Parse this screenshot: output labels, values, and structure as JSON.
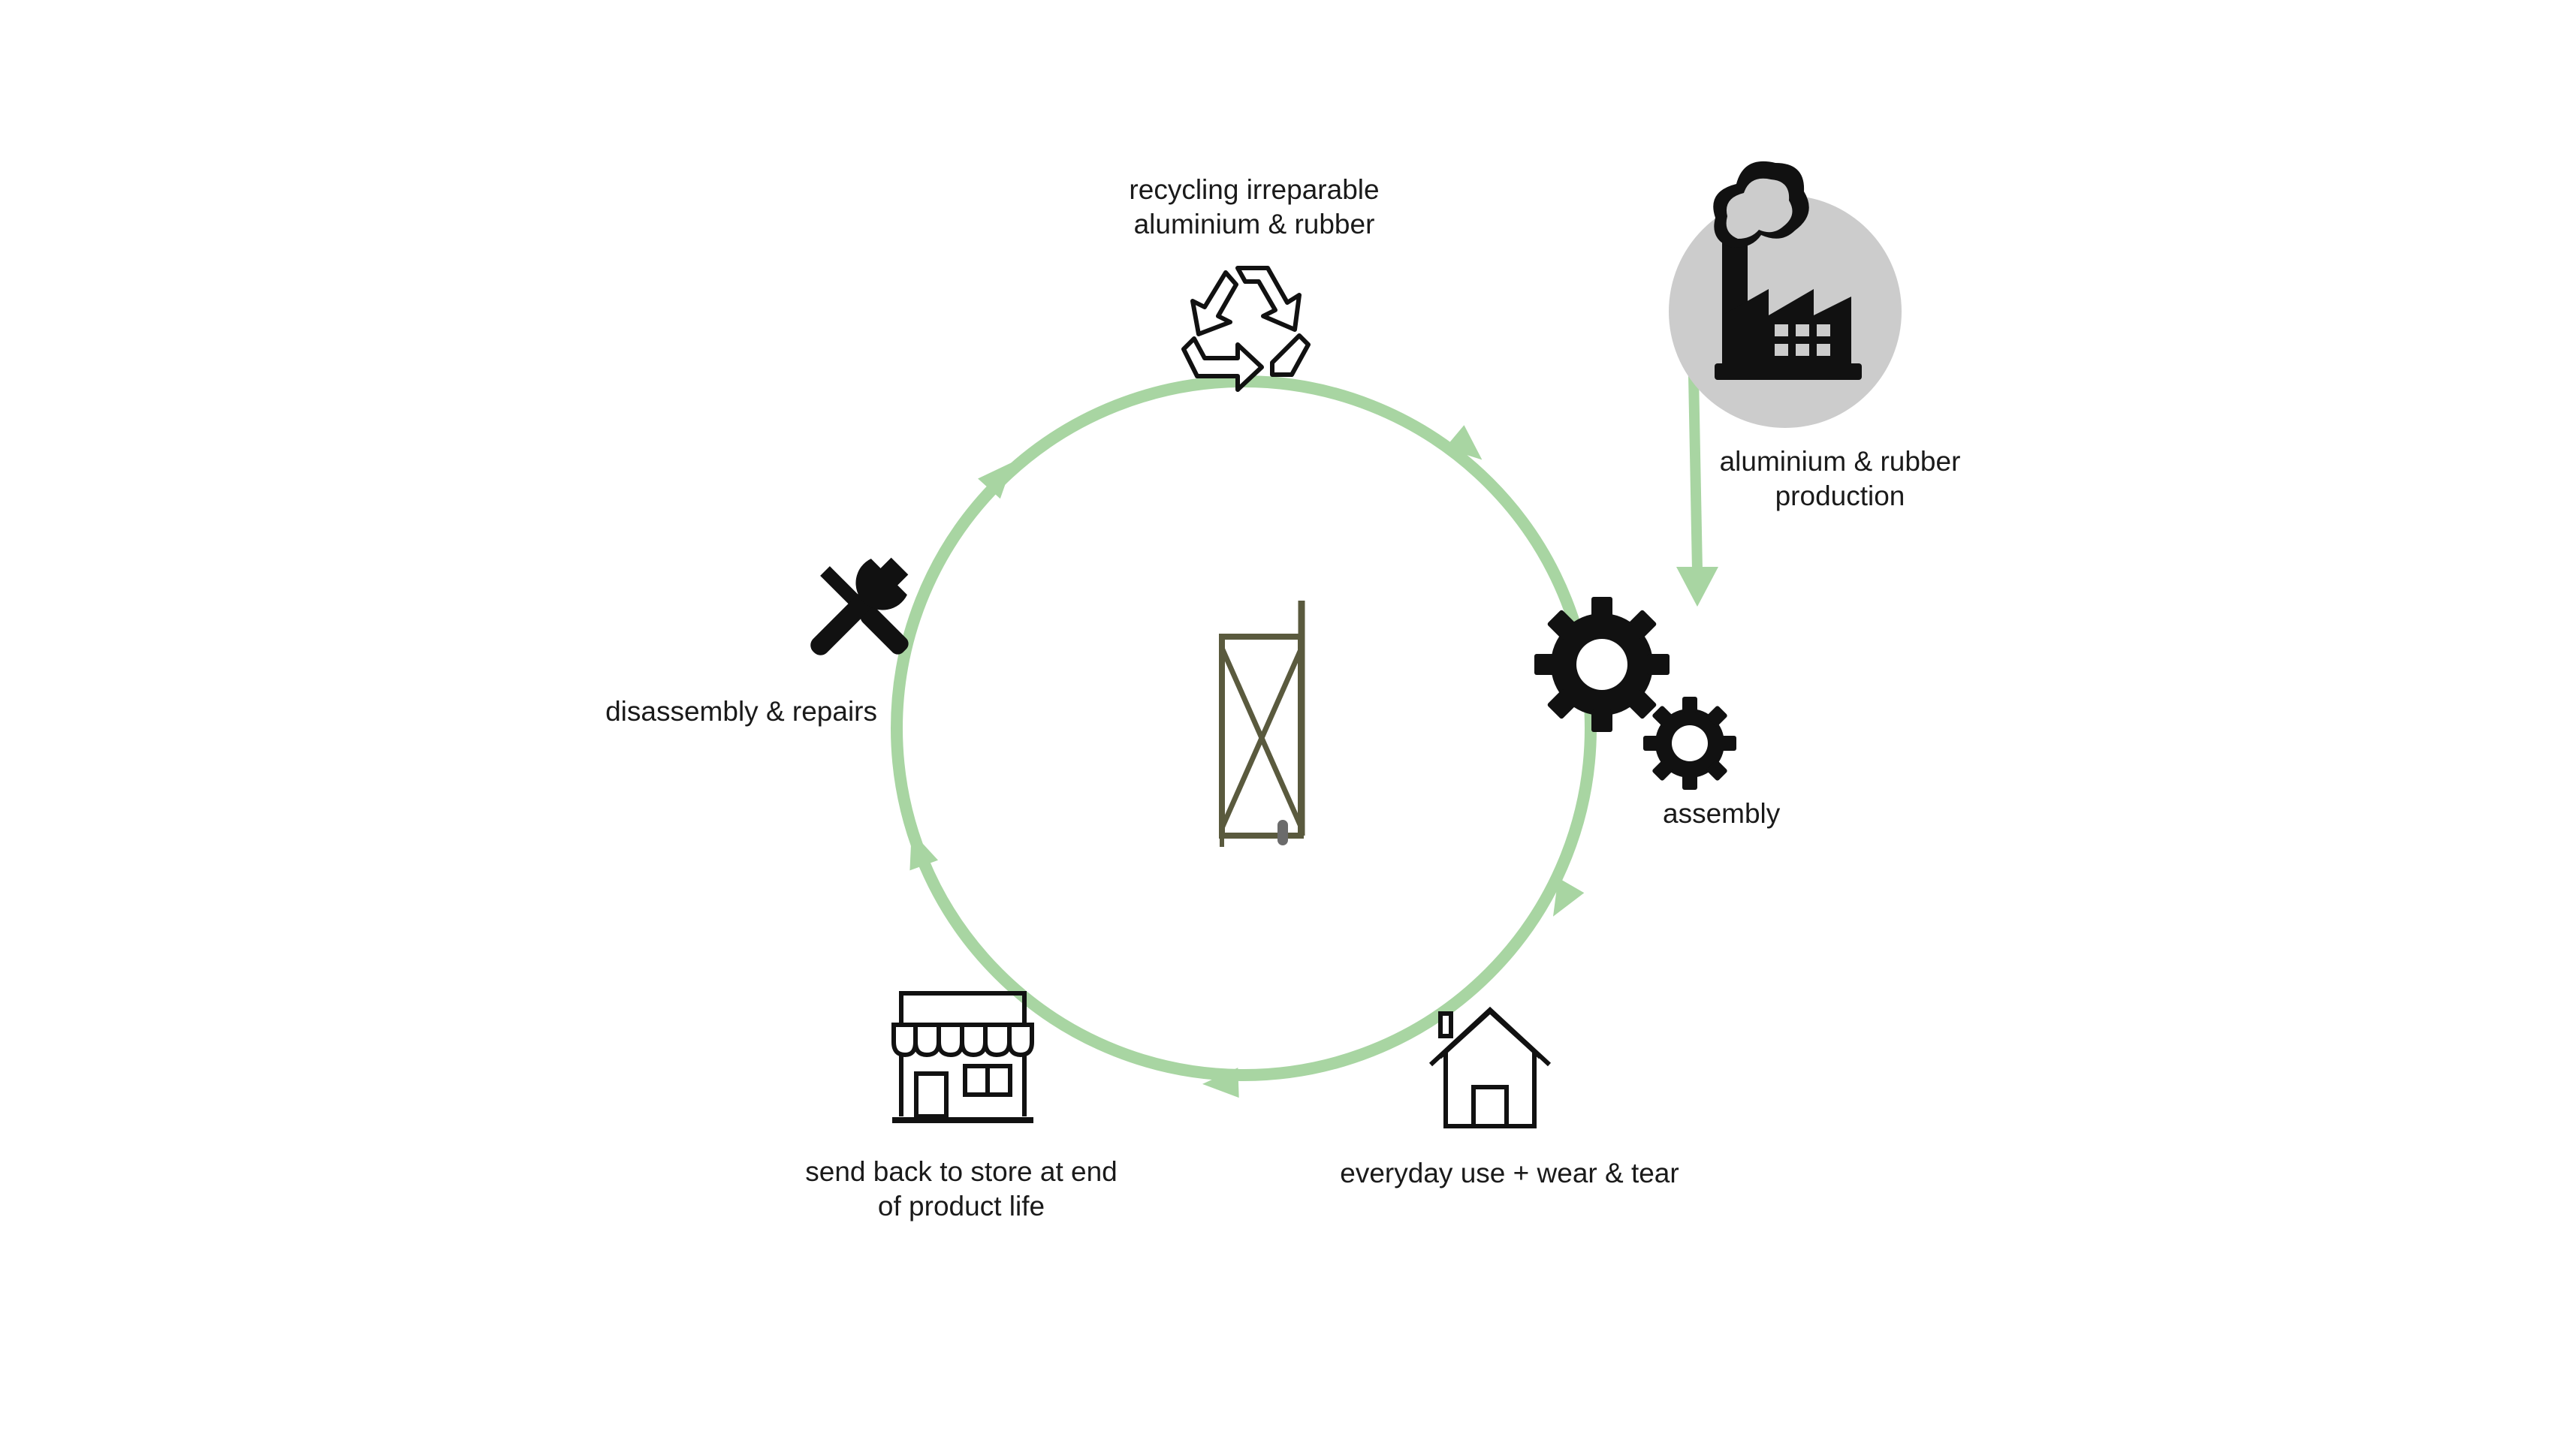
{
  "diagram": {
    "cycle_color": "#a8d5a2",
    "icon_color": "#111111",
    "factory_bg_color": "#cccccc",
    "product_color": "#5a5a3e",
    "center_item": "rack-frame",
    "external_input": {
      "label": "aluminium & rubber\nproduction",
      "icon": "factory-icon",
      "feeds": "assembly"
    },
    "stages": [
      {
        "id": "assembly",
        "label": "assembly",
        "icon": "gears-icon"
      },
      {
        "id": "use",
        "label": "everyday use + wear & tear",
        "icon": "house-icon"
      },
      {
        "id": "return",
        "label": "send back to store at end\nof product life",
        "icon": "store-icon"
      },
      {
        "id": "repairs",
        "label": "disassembly & repairs",
        "icon": "tools-icon"
      },
      {
        "id": "recycling",
        "label": "recycling irreparable\naluminium & rubber",
        "icon": "recycle-icon"
      }
    ]
  }
}
